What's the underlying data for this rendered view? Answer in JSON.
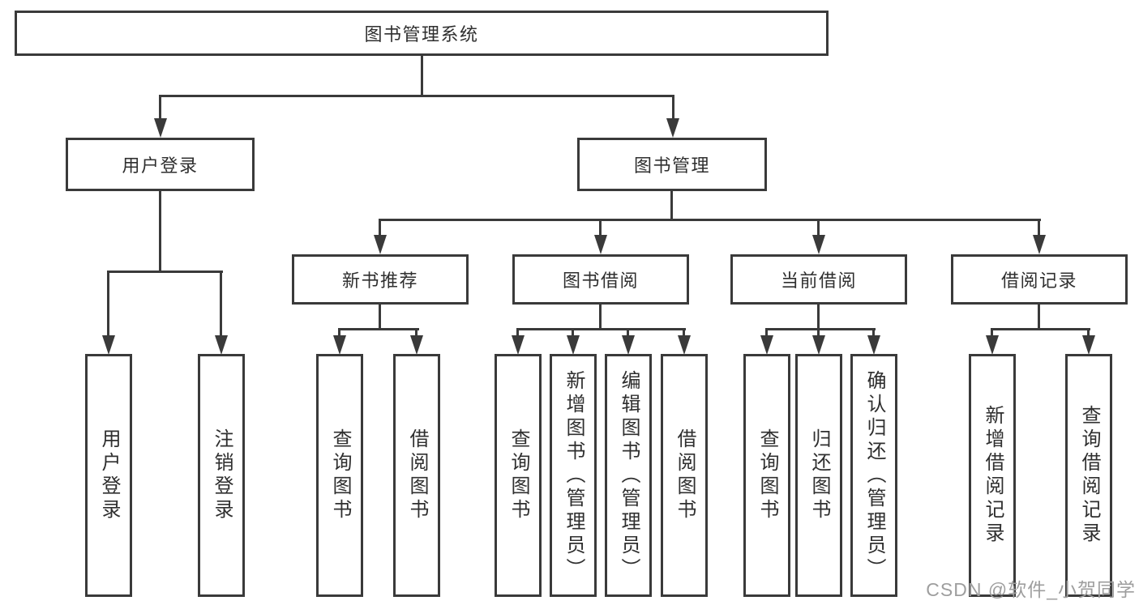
{
  "tree": {
    "label": "图书管理系统",
    "children": [
      {
        "label": "用户登录",
        "children": [
          {
            "label": "用户登录"
          },
          {
            "label": "注销登录"
          }
        ]
      },
      {
        "label": "图书管理",
        "children": [
          {
            "label": "新书推荐",
            "children": [
              {
                "label": "查询图书"
              },
              {
                "label": "借阅图书"
              }
            ]
          },
          {
            "label": "图书借阅",
            "children": [
              {
                "label": "查询图书"
              },
              {
                "label": "新增图书（管理员）"
              },
              {
                "label": "编辑图书（管理员）"
              },
              {
                "label": "借阅图书"
              }
            ]
          },
          {
            "label": "当前借阅",
            "children": [
              {
                "label": "查询图书"
              },
              {
                "label": "归还图书"
              },
              {
                "label": "确认归还（管理员）"
              }
            ]
          },
          {
            "label": "借阅记录",
            "children": [
              {
                "label": "新增借阅记录"
              },
              {
                "label": "查询借阅记录"
              }
            ]
          }
        ]
      }
    ]
  },
  "watermark": {
    "text": "CSDN @软件_小贺同学"
  },
  "colors": {
    "line": "#3a3a3a",
    "box_background": "#ffffff",
    "text": "#2f2f2f",
    "watermark": "#9e9e9e",
    "background": "#ffffff"
  }
}
